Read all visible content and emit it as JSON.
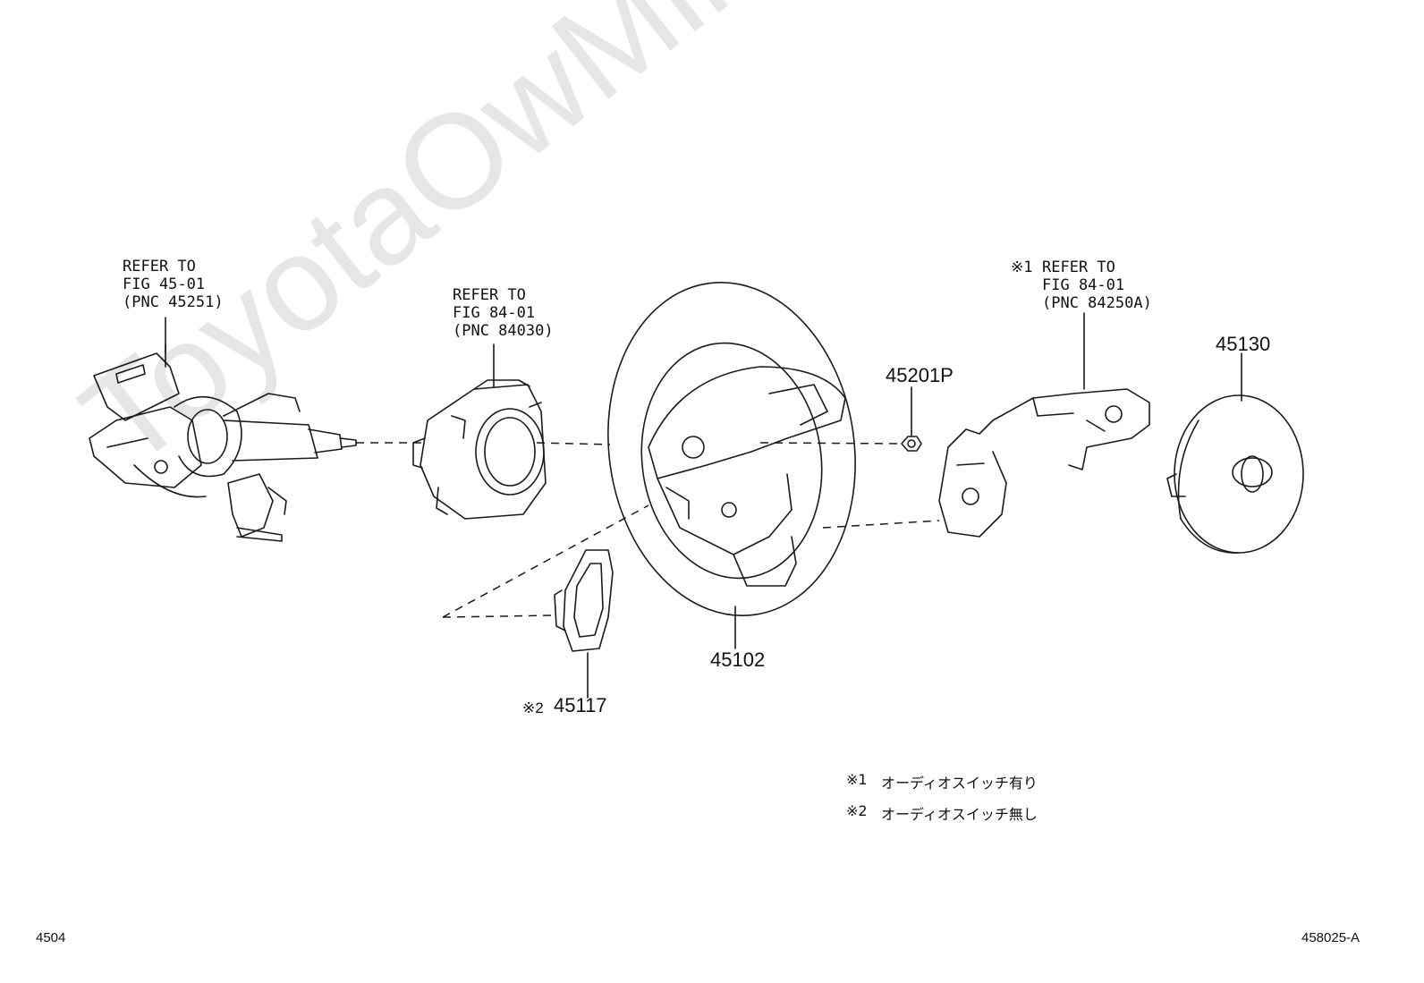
{
  "watermark": "ToyotaOwMine.ru",
  "labels": {
    "column_ref": [
      "REFER TO",
      "FIG 45-01",
      "(PNC 45251)"
    ],
    "spiral_ref": [
      "REFER TO",
      "FIG 84-01",
      "(PNC 84030)"
    ],
    "switch_ref_mark": "※1",
    "switch_ref": [
      "REFER TO",
      "FIG 84-01",
      "(PNC 84250A)"
    ]
  },
  "parts": {
    "airbag": "45130",
    "nut": "45201P",
    "wheel": "45102",
    "cover_mark": "※2",
    "cover": "45117"
  },
  "notes": [
    {
      "mark": "※1",
      "text": "オーディオスイッチ有り"
    },
    {
      "mark": "※2",
      "text": "オーディオスイッチ無し"
    }
  ],
  "footer": {
    "left": "4504",
    "right": "458025-A"
  }
}
